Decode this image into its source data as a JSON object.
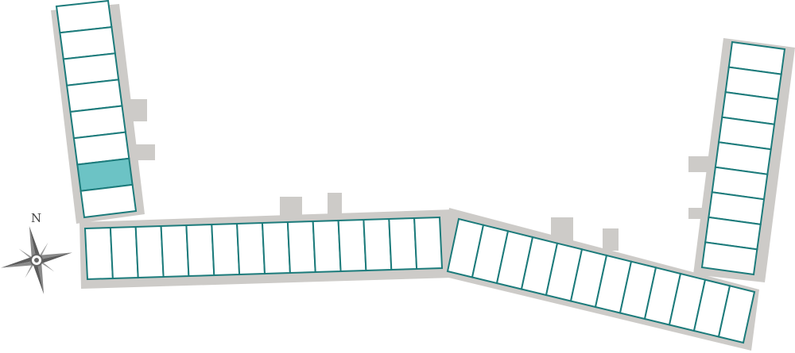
{
  "colors": {
    "unit_outline": "#1c7b7b",
    "unit_fill": "#ffffff",
    "unit_selected_fill": "#6cc3c5",
    "building_shadow": "#cdcbc8",
    "compass": "#6e6e6e"
  },
  "compass": {
    "icon": "compass-rose-icon",
    "north_label": "N"
  },
  "buildings": [
    {
      "id": "west-wing",
      "units": 8,
      "selected_unit": 6
    },
    {
      "id": "central-wing",
      "units": 14,
      "selected_unit": null
    },
    {
      "id": "southeast-wing",
      "units": 12,
      "selected_unit": null
    },
    {
      "id": "east-wing",
      "units": 9,
      "selected_unit": null
    }
  ]
}
